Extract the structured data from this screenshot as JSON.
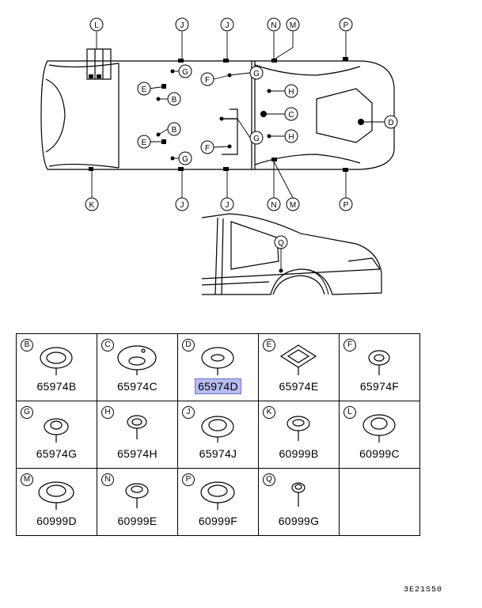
{
  "callouts": {
    "B": "B",
    "C": "C",
    "D": "D",
    "E": "E",
    "F": "F",
    "G": "G",
    "H": "H",
    "J": "J",
    "K": "K",
    "L": "L",
    "M": "M",
    "N": "N",
    "P": "P",
    "Q": "Q"
  },
  "parts": [
    {
      "letter": "B",
      "part": "65974B",
      "selected": false
    },
    {
      "letter": "C",
      "part": "65974C",
      "selected": false
    },
    {
      "letter": "D",
      "part": "65974D",
      "selected": true
    },
    {
      "letter": "E",
      "part": "65974E",
      "selected": false
    },
    {
      "letter": "F",
      "part": "65974F",
      "selected": false
    },
    {
      "letter": "G",
      "part": "65974G",
      "selected": false
    },
    {
      "letter": "H",
      "part": "65974H",
      "selected": false
    },
    {
      "letter": "J",
      "part": "65974J",
      "selected": false
    },
    {
      "letter": "K",
      "part": "60999B",
      "selected": false
    },
    {
      "letter": "L",
      "part": "60999C",
      "selected": false
    },
    {
      "letter": "M",
      "part": "60999D",
      "selected": false
    },
    {
      "letter": "N",
      "part": "60999E",
      "selected": false
    },
    {
      "letter": "P",
      "part": "60999F",
      "selected": false
    },
    {
      "letter": "Q",
      "part": "60999G",
      "selected": false
    }
  ],
  "highlight_color": "#b8bdf2",
  "diagram_code": "3E21S50"
}
